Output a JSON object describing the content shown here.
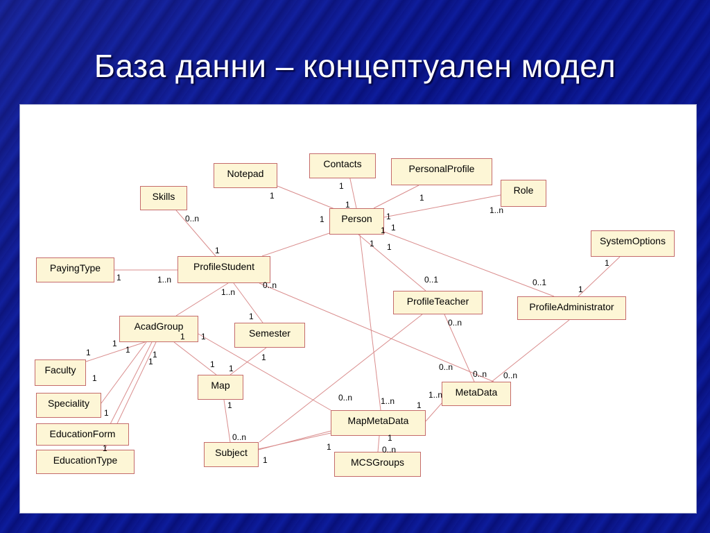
{
  "title": "База данни – концептуален модел",
  "colors": {
    "background": "#0b168f",
    "entity_fill": "#fdf6d6",
    "entity_border": "#c46a6a",
    "line": "#d98c8c"
  },
  "entities": {
    "contacts": "Contacts",
    "notepad": "Notepad",
    "personal_profile": "PersonalProfile",
    "role": "Role",
    "skills": "Skills",
    "person": "Person",
    "system_options": "SystemOptions",
    "paying_type": "PayingType",
    "profile_student": "ProfileStudent",
    "profile_teacher": "ProfileTeacher",
    "profile_administrator": "ProfileAdministrator",
    "acad_group": "AcadGroup",
    "semester": "Semester",
    "faculty": "Faculty",
    "speciality": "Speciality",
    "map": "Map",
    "meta_data": "MetaData",
    "map_meta_data": "MapMetaData",
    "education_form": "EducationForm",
    "education_type": "EducationType",
    "subject": "Subject",
    "mcs_groups": "MCSGroups"
  },
  "multiplicities": [
    "1",
    "1",
    "1",
    "1",
    "1",
    "1",
    "1..n",
    "0..n",
    "1",
    "1",
    "1",
    "1",
    "1",
    "1",
    "1",
    "1..n",
    "1",
    "0..1",
    "0..1",
    "1",
    "1",
    "1..n",
    "0..n",
    "1",
    "0..n",
    "1",
    "1",
    "1",
    "1",
    "1",
    "1",
    "1",
    "1",
    "1",
    "1",
    "0..n",
    "0..n",
    "0..n",
    "1",
    "1",
    "1..n",
    "0..n",
    "1..n",
    "1",
    "1",
    "1",
    "1",
    "0..n",
    "1",
    "0..n",
    "1",
    "1"
  ]
}
